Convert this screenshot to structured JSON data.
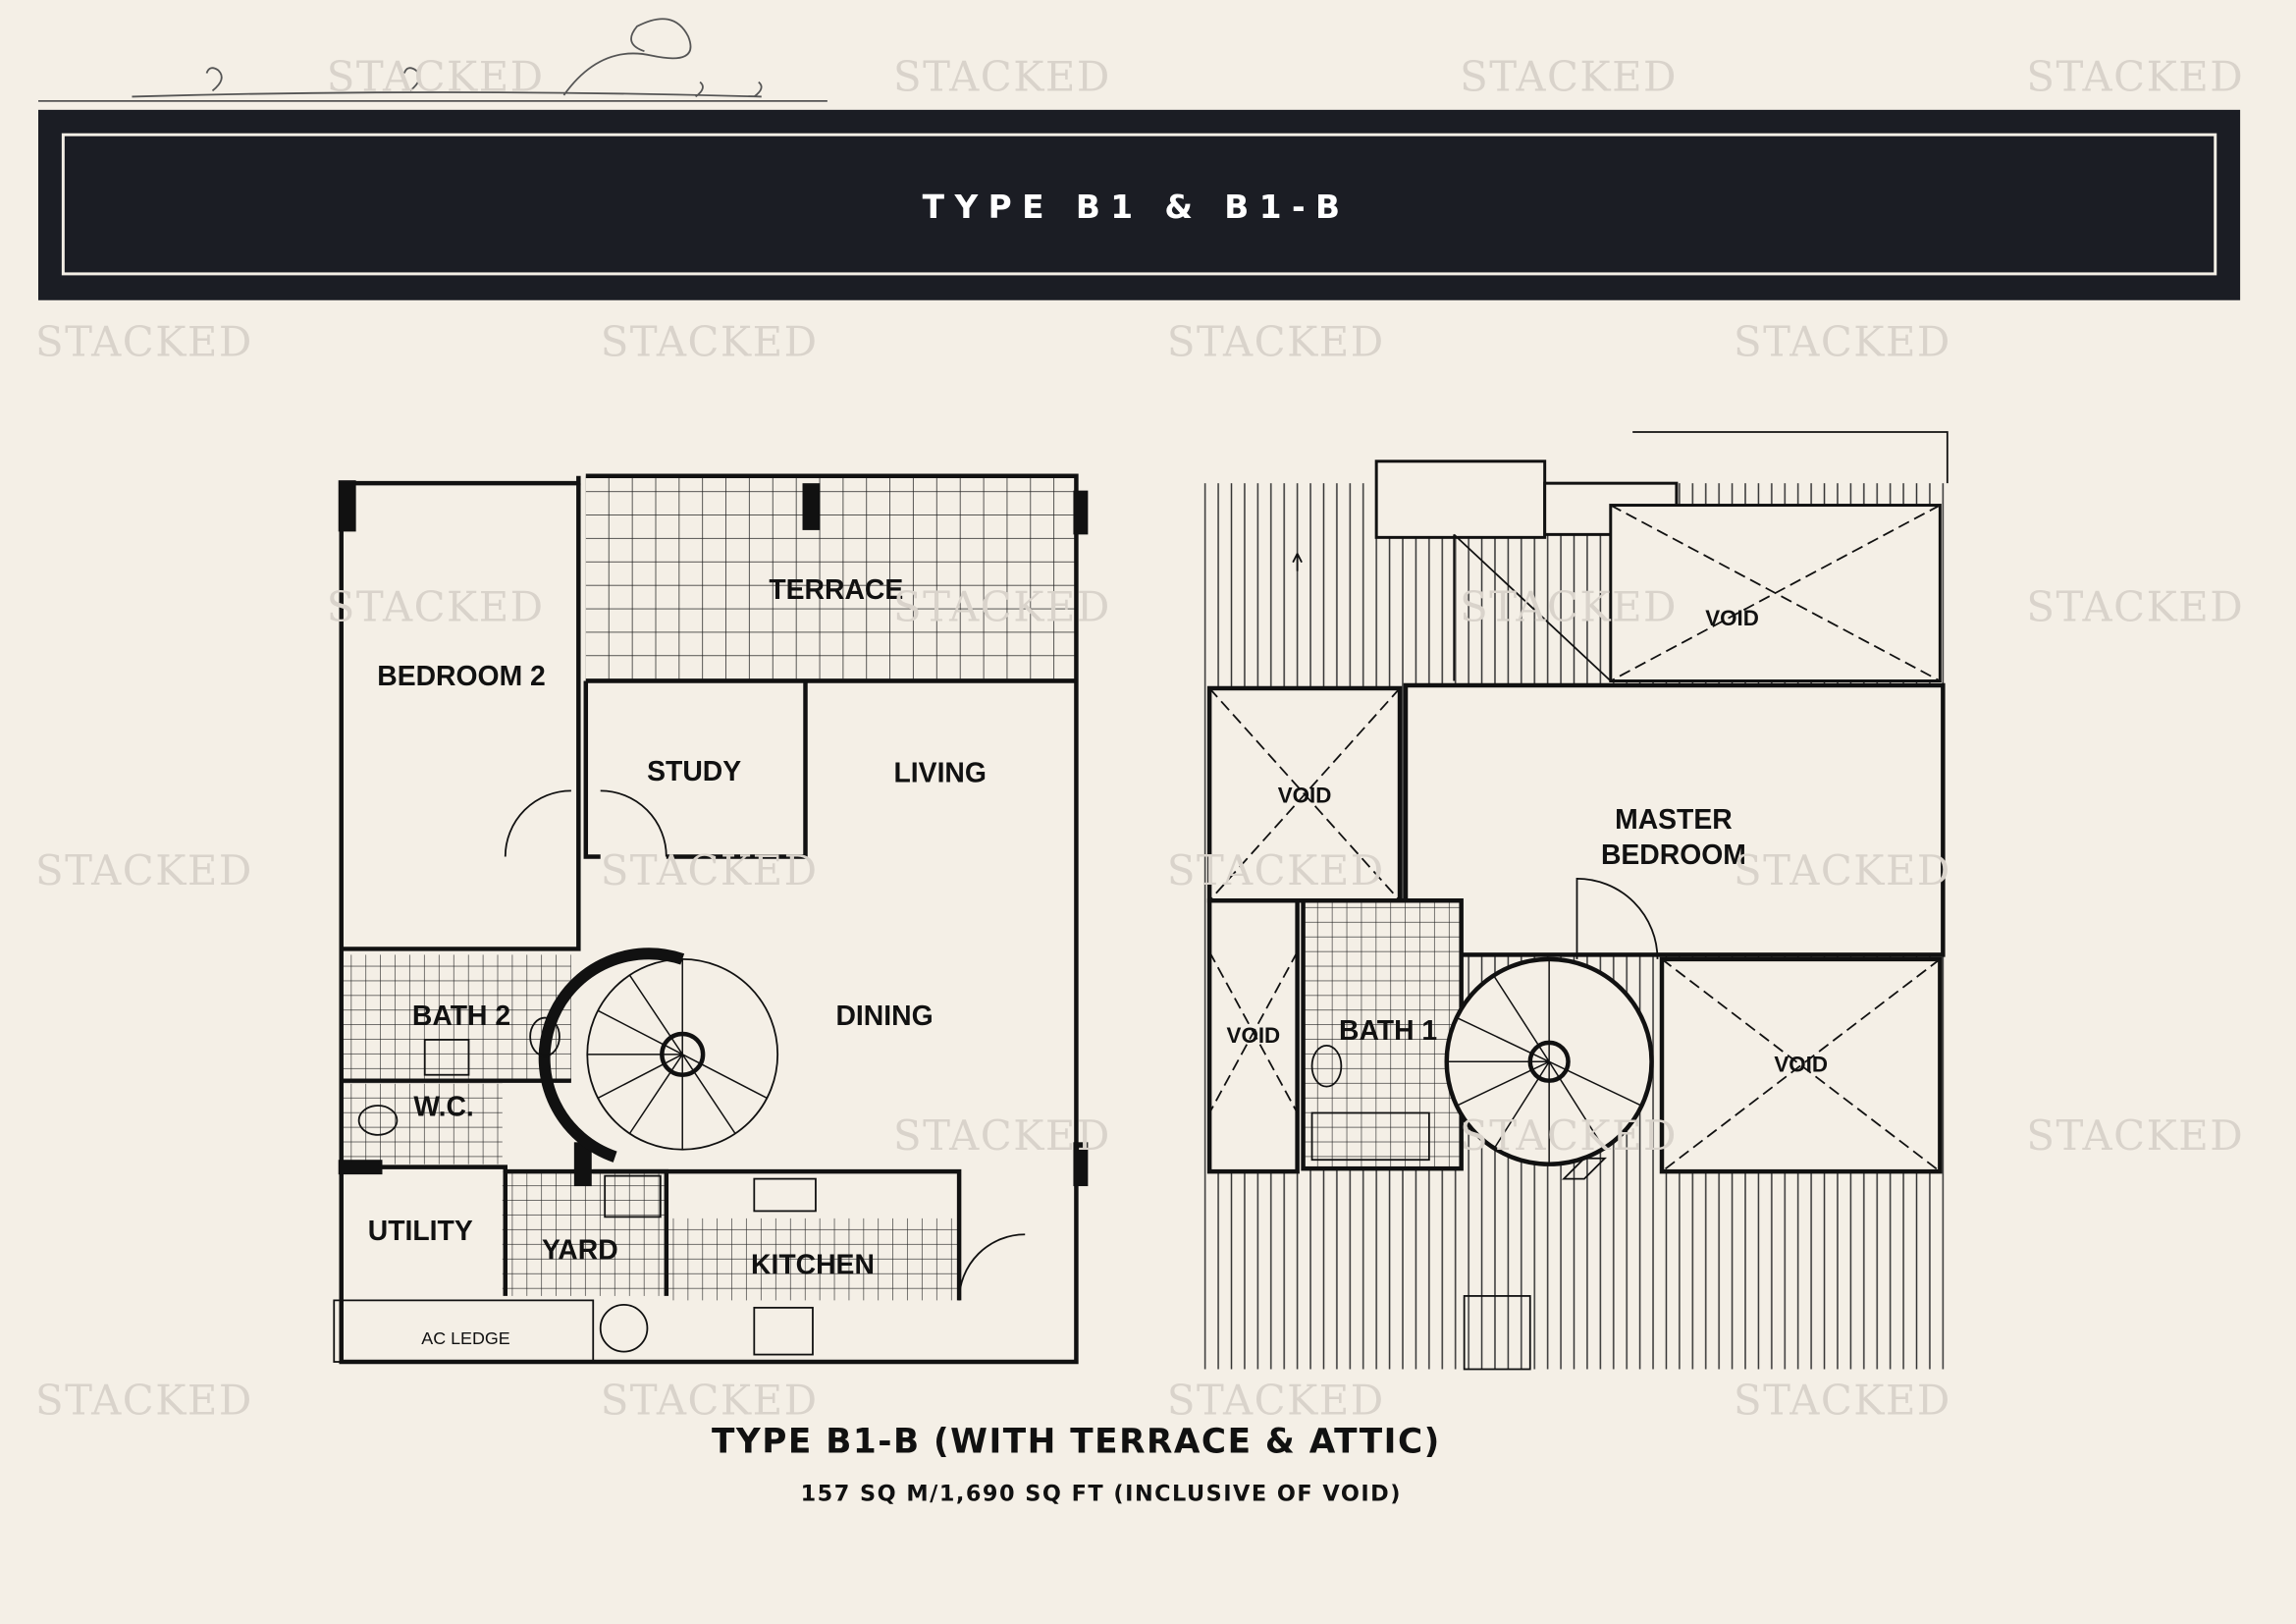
{
  "watermark": "STACKED",
  "banner": {
    "title": "TYPE B1 & B1-B"
  },
  "lower_floor": {
    "rooms": {
      "terrace": "TERRACE",
      "bedroom2": "BEDROOM 2",
      "study": "STUDY",
      "living": "LIVING",
      "dining": "DINING",
      "bath2": "BATH 2",
      "wc": "W.C.",
      "utility": "UTILITY",
      "yard": "YARD",
      "kitchen": "KITCHEN",
      "ac_ledge": "AC LEDGE"
    }
  },
  "upper_floor": {
    "rooms": {
      "void": "VOID",
      "master_line1": "MASTER",
      "master_line2": "BEDROOM",
      "bath1": "BATH 1"
    }
  },
  "caption": {
    "title": "TYPE B1-B (WITH TERRACE & ATTIC)",
    "area": "157 SQ M/1,690 SQ FT (INCLUSIVE OF VOID)"
  },
  "colors": {
    "background": "#f4efe6",
    "banner": "#1b1d24",
    "watermark": "#d9d3cb"
  }
}
